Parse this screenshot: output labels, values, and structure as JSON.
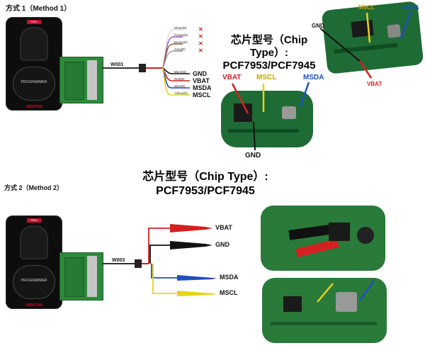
{
  "method1": {
    "heading": "方式 1（Method 1）",
    "cable_label": "W001",
    "wire_colors": [
      "White(B)",
      "Purple(B)",
      "Brown(B)",
      "Grey(B)",
      "Black(B)",
      "Red(B)",
      "Blue(B)",
      "Yellow(B)"
    ],
    "pins": [
      "GND",
      "VBAT",
      "MSDA",
      "MSCL"
    ],
    "chip_title_line1": "芯片型号（Chip Type）:",
    "chip_title_line2": "PCF7953/PCF7945",
    "callouts_top": {
      "gnd": "GND",
      "mscl": "MSCL",
      "msda": "MSDA",
      "vbat": "VBAT"
    },
    "callouts_bottom": {
      "vbat": "VBAT",
      "mscl": "MSCL",
      "msda": "MSDA",
      "gnd": "GND"
    }
  },
  "method2": {
    "heading": "方式 2（Method 2）",
    "cable_label": "W003",
    "pins": [
      "VBAT",
      "GND",
      "MSDA",
      "MSCL"
    ],
    "chip_title_line1": "芯片型号（Chip Type）:",
    "chip_title_line2": "PCF7953/PCF7945"
  },
  "device": {
    "screen_text": "PROGRAMMER",
    "brand": "OBDSTAR",
    "badge": "P001"
  },
  "colors": {
    "red": "#d42020",
    "black": "#111111",
    "blue": "#1f4fbf",
    "yellow": "#e8d21a",
    "pcb_green": "#1f6b35",
    "adapter_green": "#2d8a3a"
  }
}
